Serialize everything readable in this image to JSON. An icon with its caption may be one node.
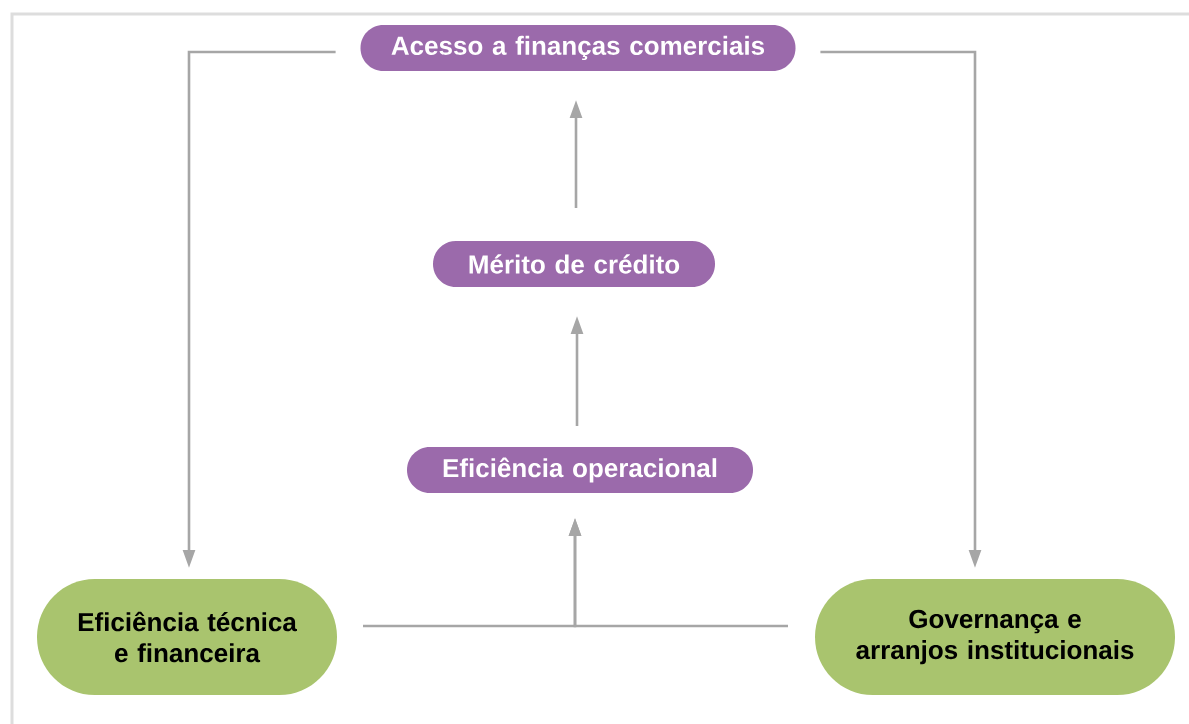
{
  "diagram": {
    "nodes": [
      {
        "text": [
          "Acesso a finanças comerciais"
        ]
      },
      {
        "text": [
          "Mérito de crédito"
        ]
      },
      {
        "text": [
          "Eficiência operacional"
        ]
      },
      {
        "text": [
          "Eficiência técnica e financeira"
        ]
      },
      {
        "text": [
          "Governança e arranjos institucionais"
        ]
      }
    ],
    "edges": [
      {
        "from": 1,
        "to": 0,
        "arrow": "to"
      },
      {
        "from": 2,
        "to": 1,
        "arrow": "to"
      },
      {
        "from": 0,
        "to": 3,
        "arrow": "to"
      },
      {
        "from": 0,
        "to": 4,
        "arrow": "to"
      },
      {
        "from": 3,
        "to": 2,
        "arrow": "to"
      },
      {
        "from": 4,
        "to": 2,
        "arrow": "to"
      }
    ]
  }
}
